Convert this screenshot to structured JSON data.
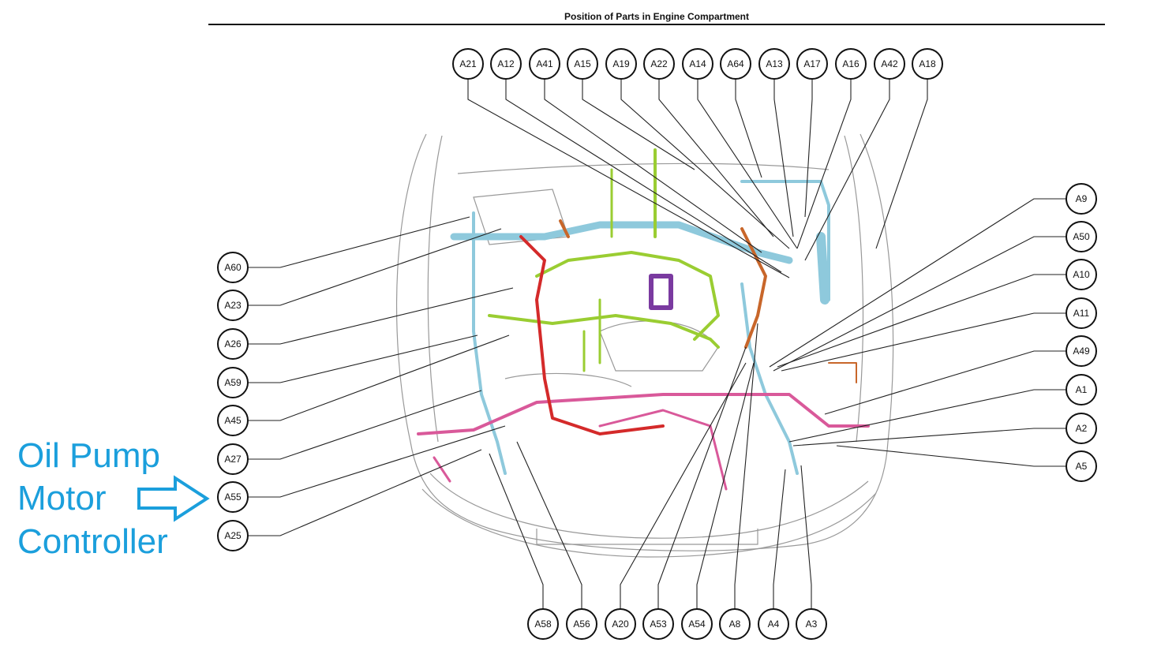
{
  "title": "Position of Parts in Engine Compartment",
  "callouts": {
    "top": [
      "A21",
      "A12",
      "A41",
      "A15",
      "A19",
      "A22",
      "A14",
      "A64",
      "A13",
      "A17",
      "A16",
      "A42",
      "A18"
    ],
    "right": [
      "A9",
      "A50",
      "A10",
      "A11",
      "A49",
      "A1",
      "A2",
      "A5"
    ],
    "left": [
      "A60",
      "A23",
      "A26",
      "A59",
      "A45",
      "A27",
      "A55",
      "A25"
    ],
    "bottom": [
      "A58",
      "A56",
      "A20",
      "A53",
      "A54",
      "A8",
      "A4",
      "A3"
    ]
  },
  "annotation": {
    "lines": [
      "Oil Pump",
      "Motor",
      "Controller"
    ],
    "target": "A55",
    "color": "#1b9fdc"
  },
  "harness_colors": {
    "engine": "#9acd32",
    "body": "#8ec9dc",
    "front": "#d9599a",
    "battery": "#d42a2a",
    "sensor": "#c8662a",
    "ecu": "#7a3aa0"
  }
}
